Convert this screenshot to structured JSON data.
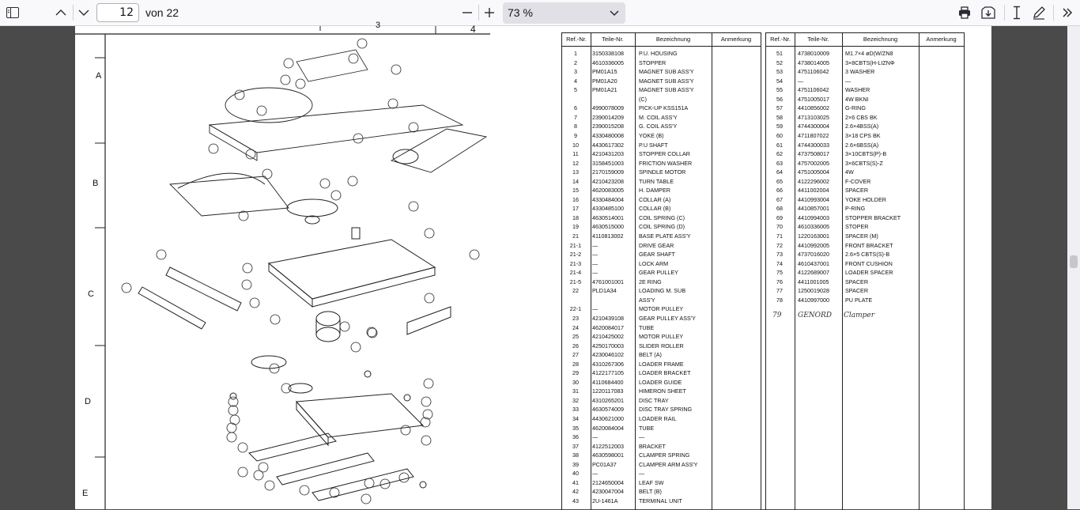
{
  "toolbar": {
    "page_number": "12",
    "page_total_text": "von 22",
    "zoom_value": "73 %",
    "icons": [
      "sidebar-toggle-icon",
      "previous-page-icon",
      "next-page-icon",
      "zoom-out-icon",
      "zoom-in-icon",
      "chevron-down-icon",
      "print-icon",
      "save-icon",
      "text-cursor-icon",
      "draw-icon",
      "more-tools-icon"
    ]
  },
  "drawing": {
    "ruler_top_number": "3",
    "ruler_top_number_2": "4",
    "row_letters": [
      "A",
      "B",
      "C",
      "D",
      "E"
    ]
  },
  "left_table": {
    "headers": [
      "Ref.-Nr.",
      "Teile-Nr.",
      "Bezeichnung",
      "Anmerkung"
    ],
    "rows": [
      [
        "1",
        "3150338108",
        "P.U. HOUSING",
        ""
      ],
      [
        "2",
        "4610336005",
        "STOPPER",
        ""
      ],
      [
        "3",
        "PM01A15",
        "MAGNET SUB ASS'Y",
        ""
      ],
      [
        "4",
        "PM01A20",
        "MAGNET SUB ASS'Y",
        ""
      ],
      [
        "5",
        "PM01A21",
        "MAGNET SUB ASS'Y",
        ""
      ],
      [
        "",
        "",
        "(C)",
        ""
      ],
      [
        "6",
        "4990078009",
        "PICK-UP KSS151A",
        ""
      ],
      [
        "7",
        "2390014209",
        "M. COIL ASS'Y",
        ""
      ],
      [
        "8",
        "2390015208",
        "G. COIL ASS'Y",
        ""
      ],
      [
        "9",
        "4330480008",
        "YOKE (B)",
        ""
      ],
      [
        "10",
        "4430617302",
        "P.U SHAFT",
        ""
      ],
      [
        "11",
        "4210431203",
        "STOPPER COLLAR",
        ""
      ],
      [
        "12",
        "3158451003",
        "FRICTION WASHER",
        ""
      ],
      [
        "13",
        "2170159009",
        "SPINDLE MOTOR",
        ""
      ],
      [
        "14",
        "4210423208",
        "TURN TABLE",
        ""
      ],
      [
        "15",
        "4620083005",
        "H. DAMPER",
        ""
      ],
      [
        "16",
        "4330484004",
        "COLLAR (A)",
        ""
      ],
      [
        "17",
        "4330485100",
        "COLLAR (B)",
        ""
      ],
      [
        "18",
        "4630514001",
        "COIL SPRING (C)",
        ""
      ],
      [
        "19",
        "4630515000",
        "COIL SPRING (D)",
        ""
      ],
      [
        "21",
        "4110813002",
        "BASE PLATE ASS'Y",
        ""
      ],
      [
        "21-1",
        "—",
        "DRIVE GEAR",
        ""
      ],
      [
        "21-2",
        "—",
        "GEAR SHAFT",
        ""
      ],
      [
        "21-3",
        "—",
        "LOCK ARM",
        ""
      ],
      [
        "21-4",
        "—",
        "GEAR PULLEY",
        ""
      ],
      [
        "21-5",
        "4761001001",
        "2E RING",
        ""
      ],
      [
        "22",
        "PLD1A34",
        "LOADING M. SUB",
        ""
      ],
      [
        "",
        "",
        "ASS'Y",
        ""
      ],
      [
        "22-1",
        "—",
        "MOTOR PULLEY",
        ""
      ],
      [
        "23",
        "4210439108",
        "GEAR PULLEY ASS'Y",
        ""
      ],
      [
        "24",
        "4620084017",
        "TUBE",
        ""
      ],
      [
        "25",
        "4210425002",
        "MOTOR PULLEY",
        ""
      ],
      [
        "26",
        "4250170003",
        "SLIDER ROLLER",
        ""
      ],
      [
        "27",
        "4230046102",
        "BELT (A)",
        ""
      ],
      [
        "28",
        "4310267306",
        "LOADER FRAME",
        ""
      ],
      [
        "29",
        "4122177105",
        "LOADER BRACKET",
        ""
      ],
      [
        "30",
        "4110684400",
        "LOADER GUIDE",
        ""
      ],
      [
        "31",
        "1220117083",
        "HIMERON SHEET",
        ""
      ],
      [
        "32",
        "4310265201",
        "DISC TRAY",
        ""
      ],
      [
        "33",
        "4630574009",
        "DISC TRAY SPRING",
        ""
      ],
      [
        "34",
        "4430621000",
        "LOADER RAIL",
        ""
      ],
      [
        "35",
        "4620084004",
        "TUBE",
        ""
      ],
      [
        "36",
        "—",
        "—",
        ""
      ],
      [
        "37",
        "4122512003",
        "BRACKET",
        ""
      ],
      [
        "38",
        "4630598001",
        "CLAMPER SPRING",
        ""
      ],
      [
        "39",
        "PC01A37",
        "CLAMPER ARM ASS'Y",
        ""
      ],
      [
        "40",
        "—",
        "—",
        ""
      ],
      [
        "41",
        "2124650004",
        "LEAF SW",
        ""
      ],
      [
        "42",
        "4230047004",
        "BELT (B)",
        ""
      ],
      [
        "43",
        "2U-1461A",
        "TERMINAL UNIT",
        ""
      ]
    ]
  },
  "right_table": {
    "headers": [
      "Ref.-Nr.",
      "Teile-Nr.",
      "Bezeichnung",
      "Anmerkung"
    ],
    "rows": [
      [
        "51",
        "4738010009",
        "M1.7×4 øD(W/ZN8",
        ""
      ],
      [
        "52",
        "4738014005",
        "3×8CBTS(H-LIZNΦ",
        ""
      ],
      [
        "53",
        "4751106042",
        "3 WASHER",
        ""
      ],
      [
        "54",
        "—",
        "—",
        ""
      ],
      [
        "55",
        "4751106042",
        "WASHER",
        ""
      ],
      [
        "56",
        "4751005017",
        "4W BKNI",
        ""
      ],
      [
        "57",
        "4410856002",
        "G-RING",
        ""
      ],
      [
        "58",
        "4713103025",
        "2×6 CBS BK",
        ""
      ],
      [
        "59",
        "4744300004",
        "2.6×4BSS(A)",
        ""
      ],
      [
        "60",
        "4711807022",
        "3×18 CPS BK",
        ""
      ],
      [
        "61",
        "4744300033",
        "2.6×6BSS(A)",
        ""
      ],
      [
        "62",
        "4737508017",
        "3×10CBTS(P)-B",
        ""
      ],
      [
        "63",
        "4757002005",
        "3×6CBTS(S)-Z",
        ""
      ],
      [
        "64",
        "4751005004",
        "4W",
        ""
      ],
      [
        "65",
        "4122296002",
        "F-COVER",
        ""
      ],
      [
        "66",
        "4411002004",
        "SPACER",
        ""
      ],
      [
        "67",
        "4410993004",
        "YOKE HOLDER",
        ""
      ],
      [
        "68",
        "4410857001",
        "P-RING",
        ""
      ],
      [
        "69",
        "4410994003",
        "STOPPER BRACKET",
        ""
      ],
      [
        "70",
        "4610336005",
        "STOPER",
        ""
      ],
      [
        "71",
        "1220163001",
        "SPACER (M)",
        ""
      ],
      [
        "72",
        "4410992005",
        "FRONT BRACKET",
        ""
      ],
      [
        "73",
        "4737016020",
        "2.6×5 CBTS(S)-B",
        ""
      ],
      [
        "74",
        "4610437001",
        "FRONT CUSHION",
        ""
      ],
      [
        "75",
        "4122689007",
        "LOADER SPACER",
        ""
      ],
      [
        "76",
        "4411001005",
        "SPACER",
        ""
      ],
      [
        "77",
        "1250019028",
        "SPACER",
        ""
      ],
      [
        "78",
        "4410997000",
        "PU PLATE",
        ""
      ]
    ],
    "handwritten_note": [
      "79",
      "GENORD",
      "Clamper"
    ]
  }
}
